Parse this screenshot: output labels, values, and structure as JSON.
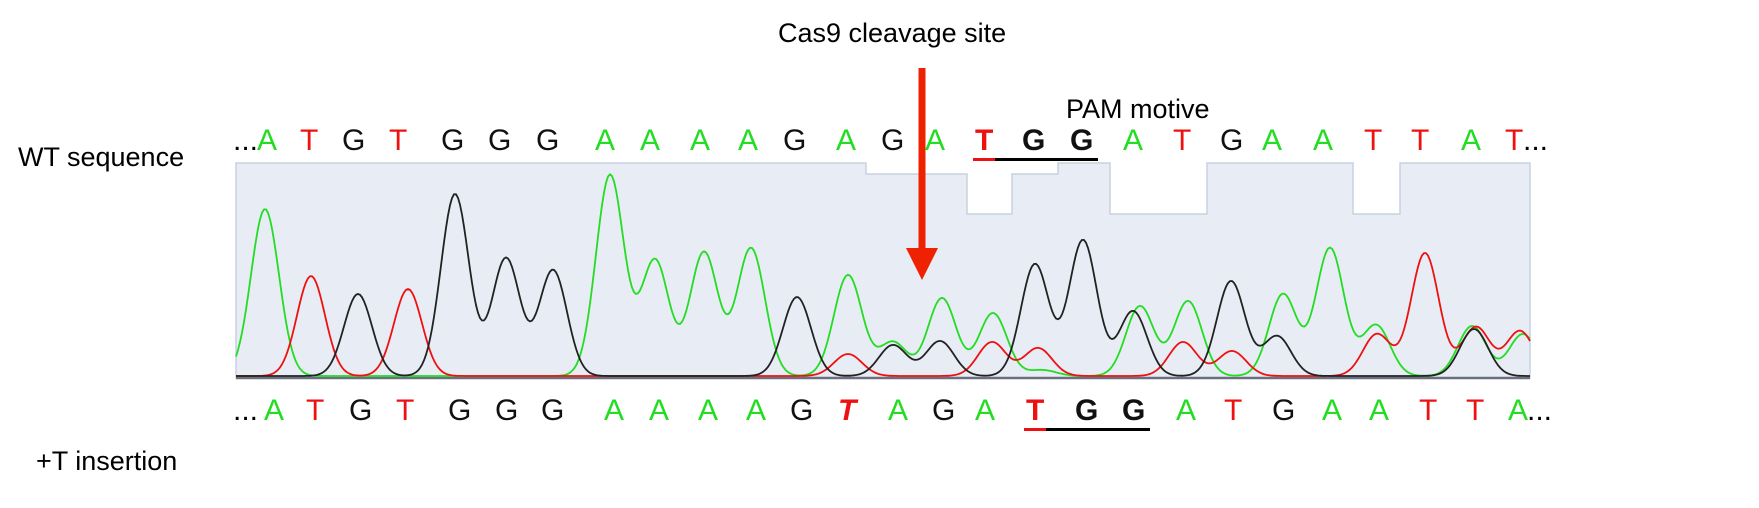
{
  "annotations": {
    "cleavage_label": "Cas9 cleavage site",
    "pam_label": "PAM motive"
  },
  "rows": {
    "wt_label": "WT sequence",
    "ins_label": "+T insertion"
  },
  "wt_sequence": {
    "prefix": "...",
    "suffix": "...",
    "bases": [
      "A",
      "T",
      "G",
      "T",
      "G",
      "G",
      "G",
      "A",
      "A",
      "A",
      "A",
      "G",
      "A",
      "G",
      "A",
      "T",
      "G",
      "G",
      "A",
      "T",
      "G",
      "A",
      "A",
      "T",
      "T",
      "A",
      "T"
    ],
    "pam_indices": [
      15,
      16,
      17
    ]
  },
  "ins_sequence": {
    "prefix": "...",
    "suffix": "...",
    "bases": [
      "A",
      "T",
      "G",
      "T",
      "G",
      "G",
      "G",
      "A",
      "A",
      "A",
      "A",
      "G",
      "T",
      "A",
      "G",
      "A",
      "T",
      "G",
      "G",
      "A",
      "T",
      "G",
      "A",
      "A",
      "T",
      "T",
      "A"
    ],
    "inserted_index": 12,
    "pam_indices": [
      16,
      17,
      18
    ]
  },
  "colors": {
    "A": "#22dd22",
    "T": "#ee1111",
    "G": "#111111",
    "C": "#2233dd",
    "arrow": "#ee2200",
    "panel": "#e8ecf4",
    "panel_border": "#c8d0e0"
  }
}
